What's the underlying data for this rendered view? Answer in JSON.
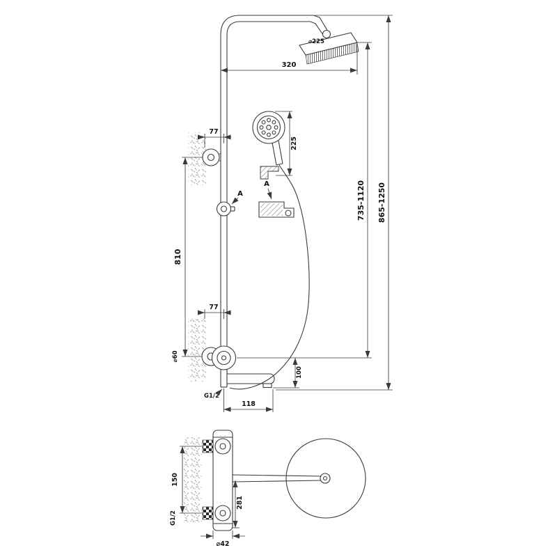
{
  "colors": {
    "line": "#3a3a3a",
    "text": "#111111",
    "background": "#ffffff"
  },
  "front_view": {
    "labels": {
      "head_diameter": "⌀225",
      "head_reach": "320",
      "handshower_length": "225",
      "upper_bracket_depth": "77",
      "lower_bracket_depth": "77",
      "bar_length": "810",
      "riser_height_range": "735-1120",
      "overall_height_range": "865-1250",
      "flange_diameter": "⌀60",
      "spout_drop": "100",
      "outlet_thread": "G1/2",
      "spout_reach": "118",
      "marker_a_slider": "A",
      "marker_a_holder": "A"
    }
  },
  "plan_view": {
    "labels": {
      "inlet_spacing": "150",
      "head_projection": "281",
      "inlet_thread": "G1/2",
      "body_diameter": "⌀42"
    }
  }
}
